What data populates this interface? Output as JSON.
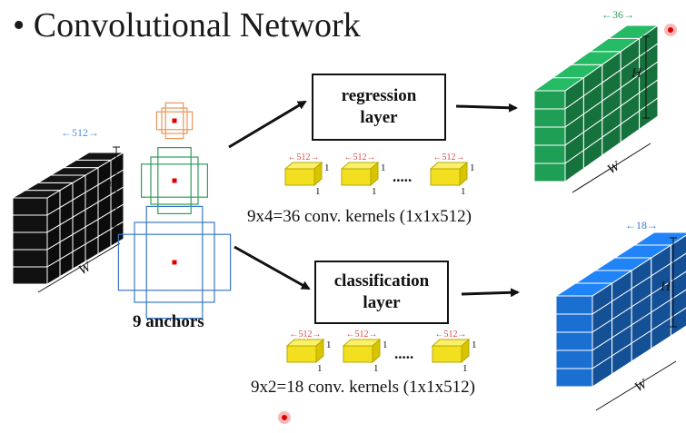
{
  "title": "• Convolutional Network",
  "feature_map": {
    "depth_label": "←512→",
    "height_label": "H",
    "width_label": "W",
    "color": "#111111"
  },
  "anchors": {
    "label": "9 anchors",
    "small_color": "#e8965a",
    "medium_color": "#2e9e5b",
    "large_color": "#3b78c4",
    "center_color": "#e00000"
  },
  "regression": {
    "box_line1": "regression",
    "box_line2": "layer",
    "caption": "9x4=36 conv. kernels (1x1x512)",
    "output_depth_label": "←36→",
    "output_height_label": "H",
    "output_width_label": "W",
    "output_color": "#1f9e55"
  },
  "classification": {
    "box_line1": "classification",
    "box_line2": "layer",
    "caption": "9x2=18 conv. kernels (1x1x512)",
    "output_depth_label": "←18→",
    "output_height_label": "H",
    "output_width_label": "W",
    "output_color": "#1b6fd1"
  },
  "kernel": {
    "depth_label": "←512→",
    "side_label": "1",
    "ellipsis": ".....",
    "color": "#f2e020"
  }
}
